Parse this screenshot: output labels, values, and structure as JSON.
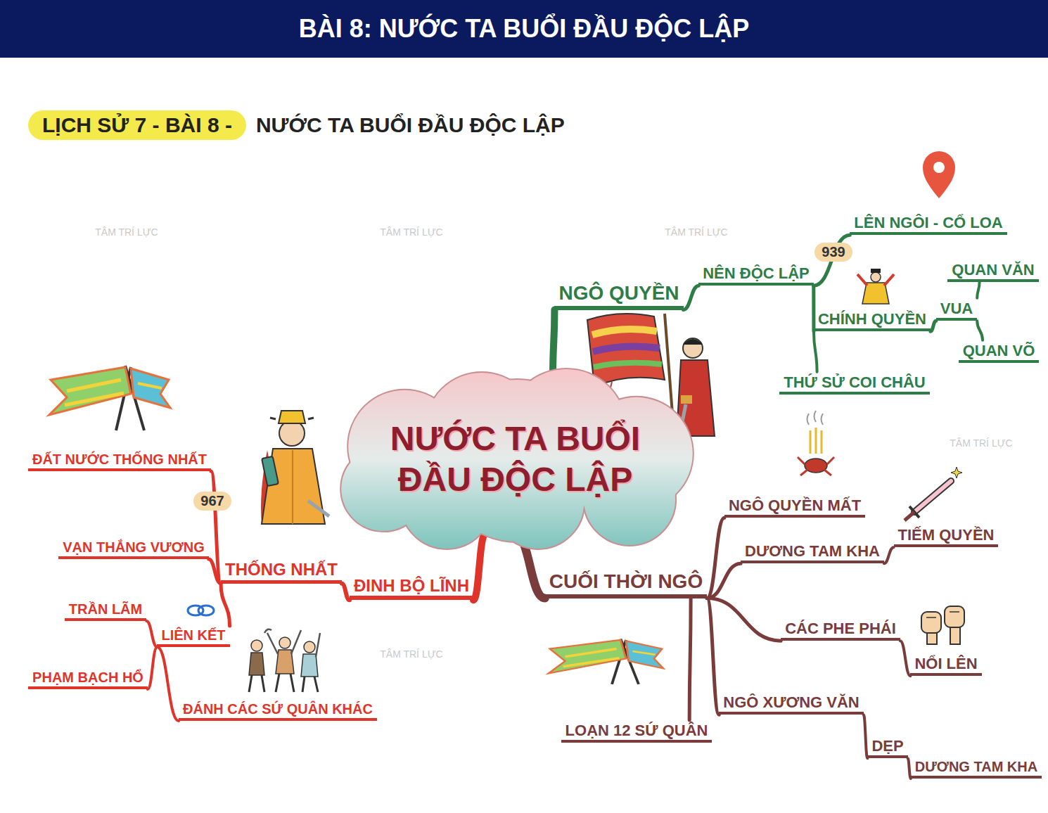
{
  "diagram": {
    "title": "BÀI 8: NƯỚC TA BUỔI ĐẦU ĐỘC LẬP",
    "nodes": [
      {
        "text": [
          "LỊCH SỬ 7 - BÀI 8 -"
        ]
      },
      {
        "text": [
          "NƯỚC TA BUỔI ĐẦU ĐỘC LẬP"
        ]
      },
      {
        "text": [
          "NGÔ QUYỀN"
        ]
      },
      {
        "text": [
          "NÊN ĐỘC LẬP"
        ]
      },
      {
        "text": [
          "939"
        ]
      },
      {
        "text": [
          "LÊN NGÔI - CỔ LOA"
        ]
      },
      {
        "text": [
          "CHÍNH QUYỀN"
        ]
      },
      {
        "text": [
          "VUA"
        ]
      },
      {
        "text": [
          "QUAN VĂN"
        ]
      },
      {
        "text": [
          "QUAN VÕ"
        ]
      },
      {
        "text": [
          "THỨ SỬ COI CHÂU"
        ]
      },
      {
        "text": [
          "CUỐI THỜI NGÔ"
        ]
      },
      {
        "text": [
          "NGÔ QUYỀN MẤT"
        ]
      },
      {
        "text": [
          "DƯƠNG TAM KHA"
        ]
      },
      {
        "text": [
          "TIẾM QUYỀN"
        ]
      },
      {
        "text": [
          "CÁC PHE PHÁI"
        ]
      },
      {
        "text": [
          "NỔI LÊN"
        ]
      },
      {
        "text": [
          "NGÔ XƯƠNG VĂN"
        ]
      },
      {
        "text": [
          "DẸP"
        ]
      },
      {
        "text": [
          "DƯƠNG TAM KHA"
        ]
      },
      {
        "text": [
          "LOẠN 12 SỨ QUÂN"
        ]
      },
      {
        "text": [
          "ĐINH BỘ LĨNH"
        ]
      },
      {
        "text": [
          "THỐNG NHẤT"
        ]
      },
      {
        "text": [
          "967"
        ]
      },
      {
        "text": [
          "ĐẤT NƯỚC THỐNG NHẤT"
        ]
      },
      {
        "text": [
          "VẠN THẮNG VƯƠNG"
        ]
      },
      {
        "text": [
          "LIÊN KẾT"
        ]
      },
      {
        "text": [
          "TRẦN LÃM"
        ]
      },
      {
        "text": [
          "PHẠM BẠCH HỔ"
        ]
      },
      {
        "text": [
          "ĐÁNH CÁC SỨ QUÂN KHÁC"
        ]
      }
    ],
    "edges": [
      {
        "from": 1,
        "to": 2,
        "arrow": "none"
      },
      {
        "from": 2,
        "to": 3,
        "arrow": "none"
      },
      {
        "from": 3,
        "to": 5,
        "arrow": "none"
      },
      {
        "from": 3,
        "to": 6,
        "arrow": "none"
      },
      {
        "from": 6,
        "to": 7,
        "arrow": "none"
      },
      {
        "from": 7,
        "to": 8,
        "arrow": "none"
      },
      {
        "from": 7,
        "to": 9,
        "arrow": "none"
      },
      {
        "from": 6,
        "to": 10,
        "arrow": "none"
      },
      {
        "from": 1,
        "to": 11,
        "arrow": "none"
      },
      {
        "from": 11,
        "to": 12,
        "arrow": "none"
      },
      {
        "from": 11,
        "to": 13,
        "arrow": "none"
      },
      {
        "from": 11,
        "to": 15,
        "arrow": "none"
      },
      {
        "from": 11,
        "to": 17,
        "arrow": "none"
      },
      {
        "from": 11,
        "to": 20,
        "arrow": "none"
      },
      {
        "from": 13,
        "to": 14,
        "arrow": "none"
      },
      {
        "from": 15,
        "to": 16,
        "arrow": "none"
      },
      {
        "from": 17,
        "to": 18,
        "arrow": "none"
      },
      {
        "from": 18,
        "to": 19,
        "arrow": "none"
      },
      {
        "from": 1,
        "to": 21,
        "arrow": "none"
      },
      {
        "from": 21,
        "to": 22,
        "arrow": "none"
      },
      {
        "from": 22,
        "to": 24,
        "arrow": "none"
      },
      {
        "from": 22,
        "to": 25,
        "arrow": "none"
      },
      {
        "from": 22,
        "to": 26,
        "arrow": "none"
      },
      {
        "from": 26,
        "to": 27,
        "arrow": "none"
      },
      {
        "from": 26,
        "to": 28,
        "arrow": "none"
      },
      {
        "from": 26,
        "to": 29,
        "arrow": "none"
      }
    ],
    "labels": [
      "NƯỚC TA BUỔI ĐẦU ĐỘC LẬP",
      "TÂM TRÍ LỰC",
      "TÂM TRÍ LỰC",
      "TÂM TRÍ LỰC",
      "TÂM TRÍ LỰC",
      "TÂM TRÍ LỰC"
    ]
  }
}
